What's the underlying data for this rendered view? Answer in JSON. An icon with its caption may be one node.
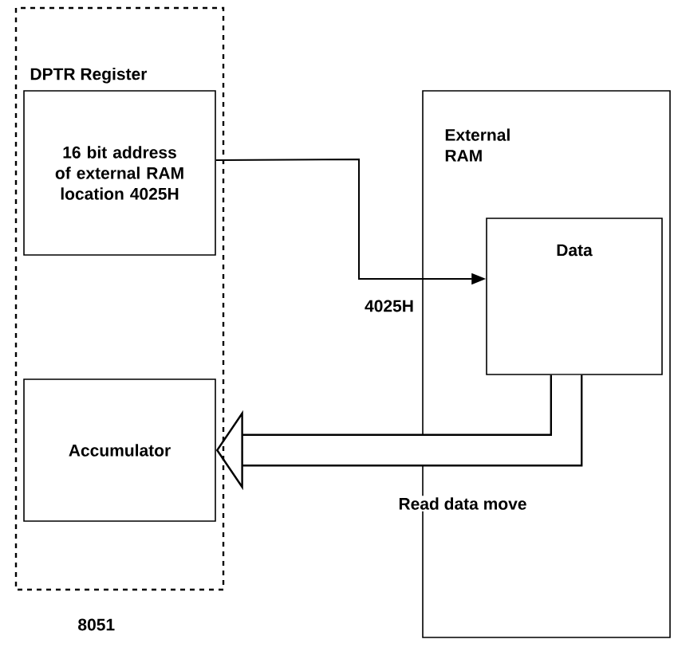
{
  "diagram": {
    "nodes": [
      {
        "text": [
          "8051"
        ]
      },
      {
        "text": [
          "DPTR Register",
          "16 bit address of external RAM location 4025H"
        ],
        "in": 0
      },
      {
        "text": [
          "Accumulator"
        ],
        "in": 0
      },
      {
        "text": [
          "External RAM"
        ]
      },
      {
        "text": [
          "Data"
        ],
        "in": 3
      }
    ],
    "edges": [
      {
        "from": 1,
        "to": 4,
        "arrow": "to",
        "label": "4025H"
      },
      {
        "from": 4,
        "to": 2,
        "arrow": "to",
        "label": "Read data move",
        "style": "thick"
      }
    ]
  }
}
